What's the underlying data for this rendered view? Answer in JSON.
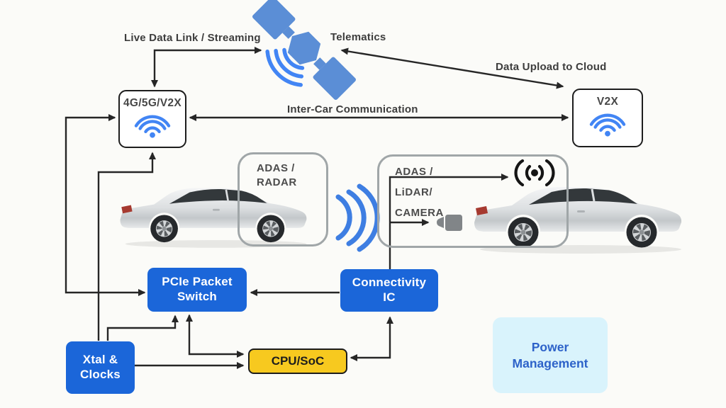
{
  "labels": {
    "live_data_link": "Live Data Link / Streaming",
    "telematics": "Telematics",
    "data_upload": "Data Upload to Cloud",
    "inter_car": "Inter-Car Communication"
  },
  "nodes": {
    "cellular": {
      "label": "4G/5G/V2X"
    },
    "v2x": {
      "label": "V2X"
    },
    "adas_radar": {
      "line1": "ADAS /",
      "line2": "RADAR"
    },
    "adas_lidar_camera": {
      "line1": "ADAS /",
      "line2": "LiDAR/",
      "line3": "CAMERA"
    },
    "pcie_switch": {
      "line1": "PCIe Packet",
      "line2": "Switch"
    },
    "connectivity_ic": {
      "line1": "Connectivity",
      "line2": "IC"
    },
    "xtal_clocks": {
      "line1": "Xtal &",
      "line2": "Clocks"
    },
    "cpu_soc": {
      "label": "CPU/SoC"
    },
    "power_mgmt": {
      "line1": "Power",
      "line2": "Management"
    }
  },
  "icons": {
    "satellite": "satellite-icon",
    "wifi": "wifi-icon",
    "broadcast_antenna": "broadcast-antenna-icon",
    "camera": "camera-icon",
    "signal_waves": "signal-waves-icon",
    "car": "car-image"
  },
  "colors": {
    "background": "#fbfbf8",
    "chip_blue": "#1b66d9",
    "cpu_yellow": "#f7c91f",
    "power_bg": "#d9f3fc",
    "power_text": "#2d62c9",
    "wifi_blue": "#4285f4",
    "satellite_blue": "#5b8ed6",
    "wave_blue": "#3e7ee2",
    "connector_black": "#262626",
    "label_gray": "#3d3d3d",
    "sensor_border_gray": "#a0a6a8"
  }
}
